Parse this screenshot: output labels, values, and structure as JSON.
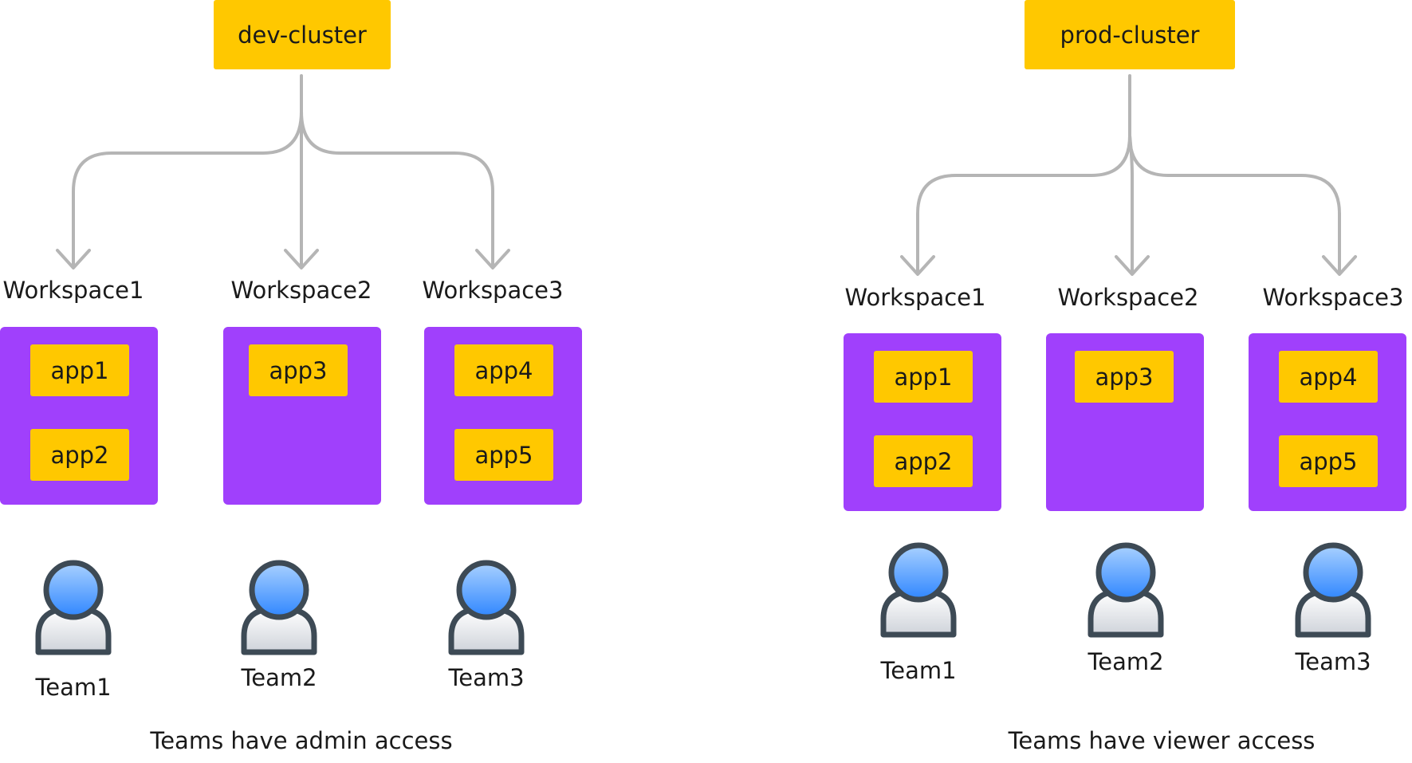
{
  "clusters": [
    {
      "name": "dev-cluster",
      "workspaces": [
        {
          "label": "Workspace1",
          "apps": [
            "app1",
            "app2"
          ]
        },
        {
          "label": "Workspace2",
          "apps": [
            "app3"
          ]
        },
        {
          "label": "Workspace3",
          "apps": [
            "app4",
            "app5"
          ]
        }
      ],
      "teams": [
        "Team1",
        "Team2",
        "Team3"
      ],
      "caption": "Teams have admin access"
    },
    {
      "name": "prod-cluster",
      "workspaces": [
        {
          "label": "Workspace1",
          "apps": [
            "app1",
            "app2"
          ]
        },
        {
          "label": "Workspace2",
          "apps": [
            "app3"
          ]
        },
        {
          "label": "Workspace3",
          "apps": [
            "app4",
            "app5"
          ]
        }
      ],
      "teams": [
        "Team1",
        "Team2",
        "Team3"
      ],
      "caption": "Teams have viewer access"
    }
  ],
  "colors": {
    "cluster": "#ffc800",
    "workspace": "#a040fc",
    "app": "#ffc800",
    "connector": "#b5b5b5",
    "person_head": "#5aa6ff",
    "person_body": "#e6e6ea",
    "person_outline": "#3d4a55"
  }
}
